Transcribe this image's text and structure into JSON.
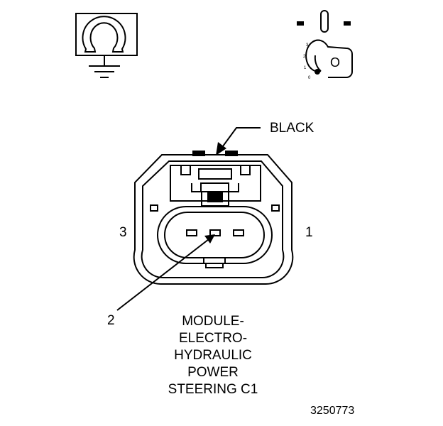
{
  "labels": {
    "wire_color": "BLACK",
    "pin_left": "3",
    "pin_right": "1",
    "callout_pin": "2",
    "figure_number": "3250773"
  },
  "title_lines": [
    "MODULE-",
    "ELECTRO-",
    "HYDRAULIC",
    "POWER",
    "STEERING C1"
  ],
  "ignition": {
    "key_letter": "O",
    "positions": [
      "3",
      "2",
      "1",
      "0"
    ]
  },
  "icons": {
    "ground_symbol": "ohm-ground-icon",
    "ignition_symbol": "ignition-key-icon",
    "connector": "connector-face-icon"
  }
}
